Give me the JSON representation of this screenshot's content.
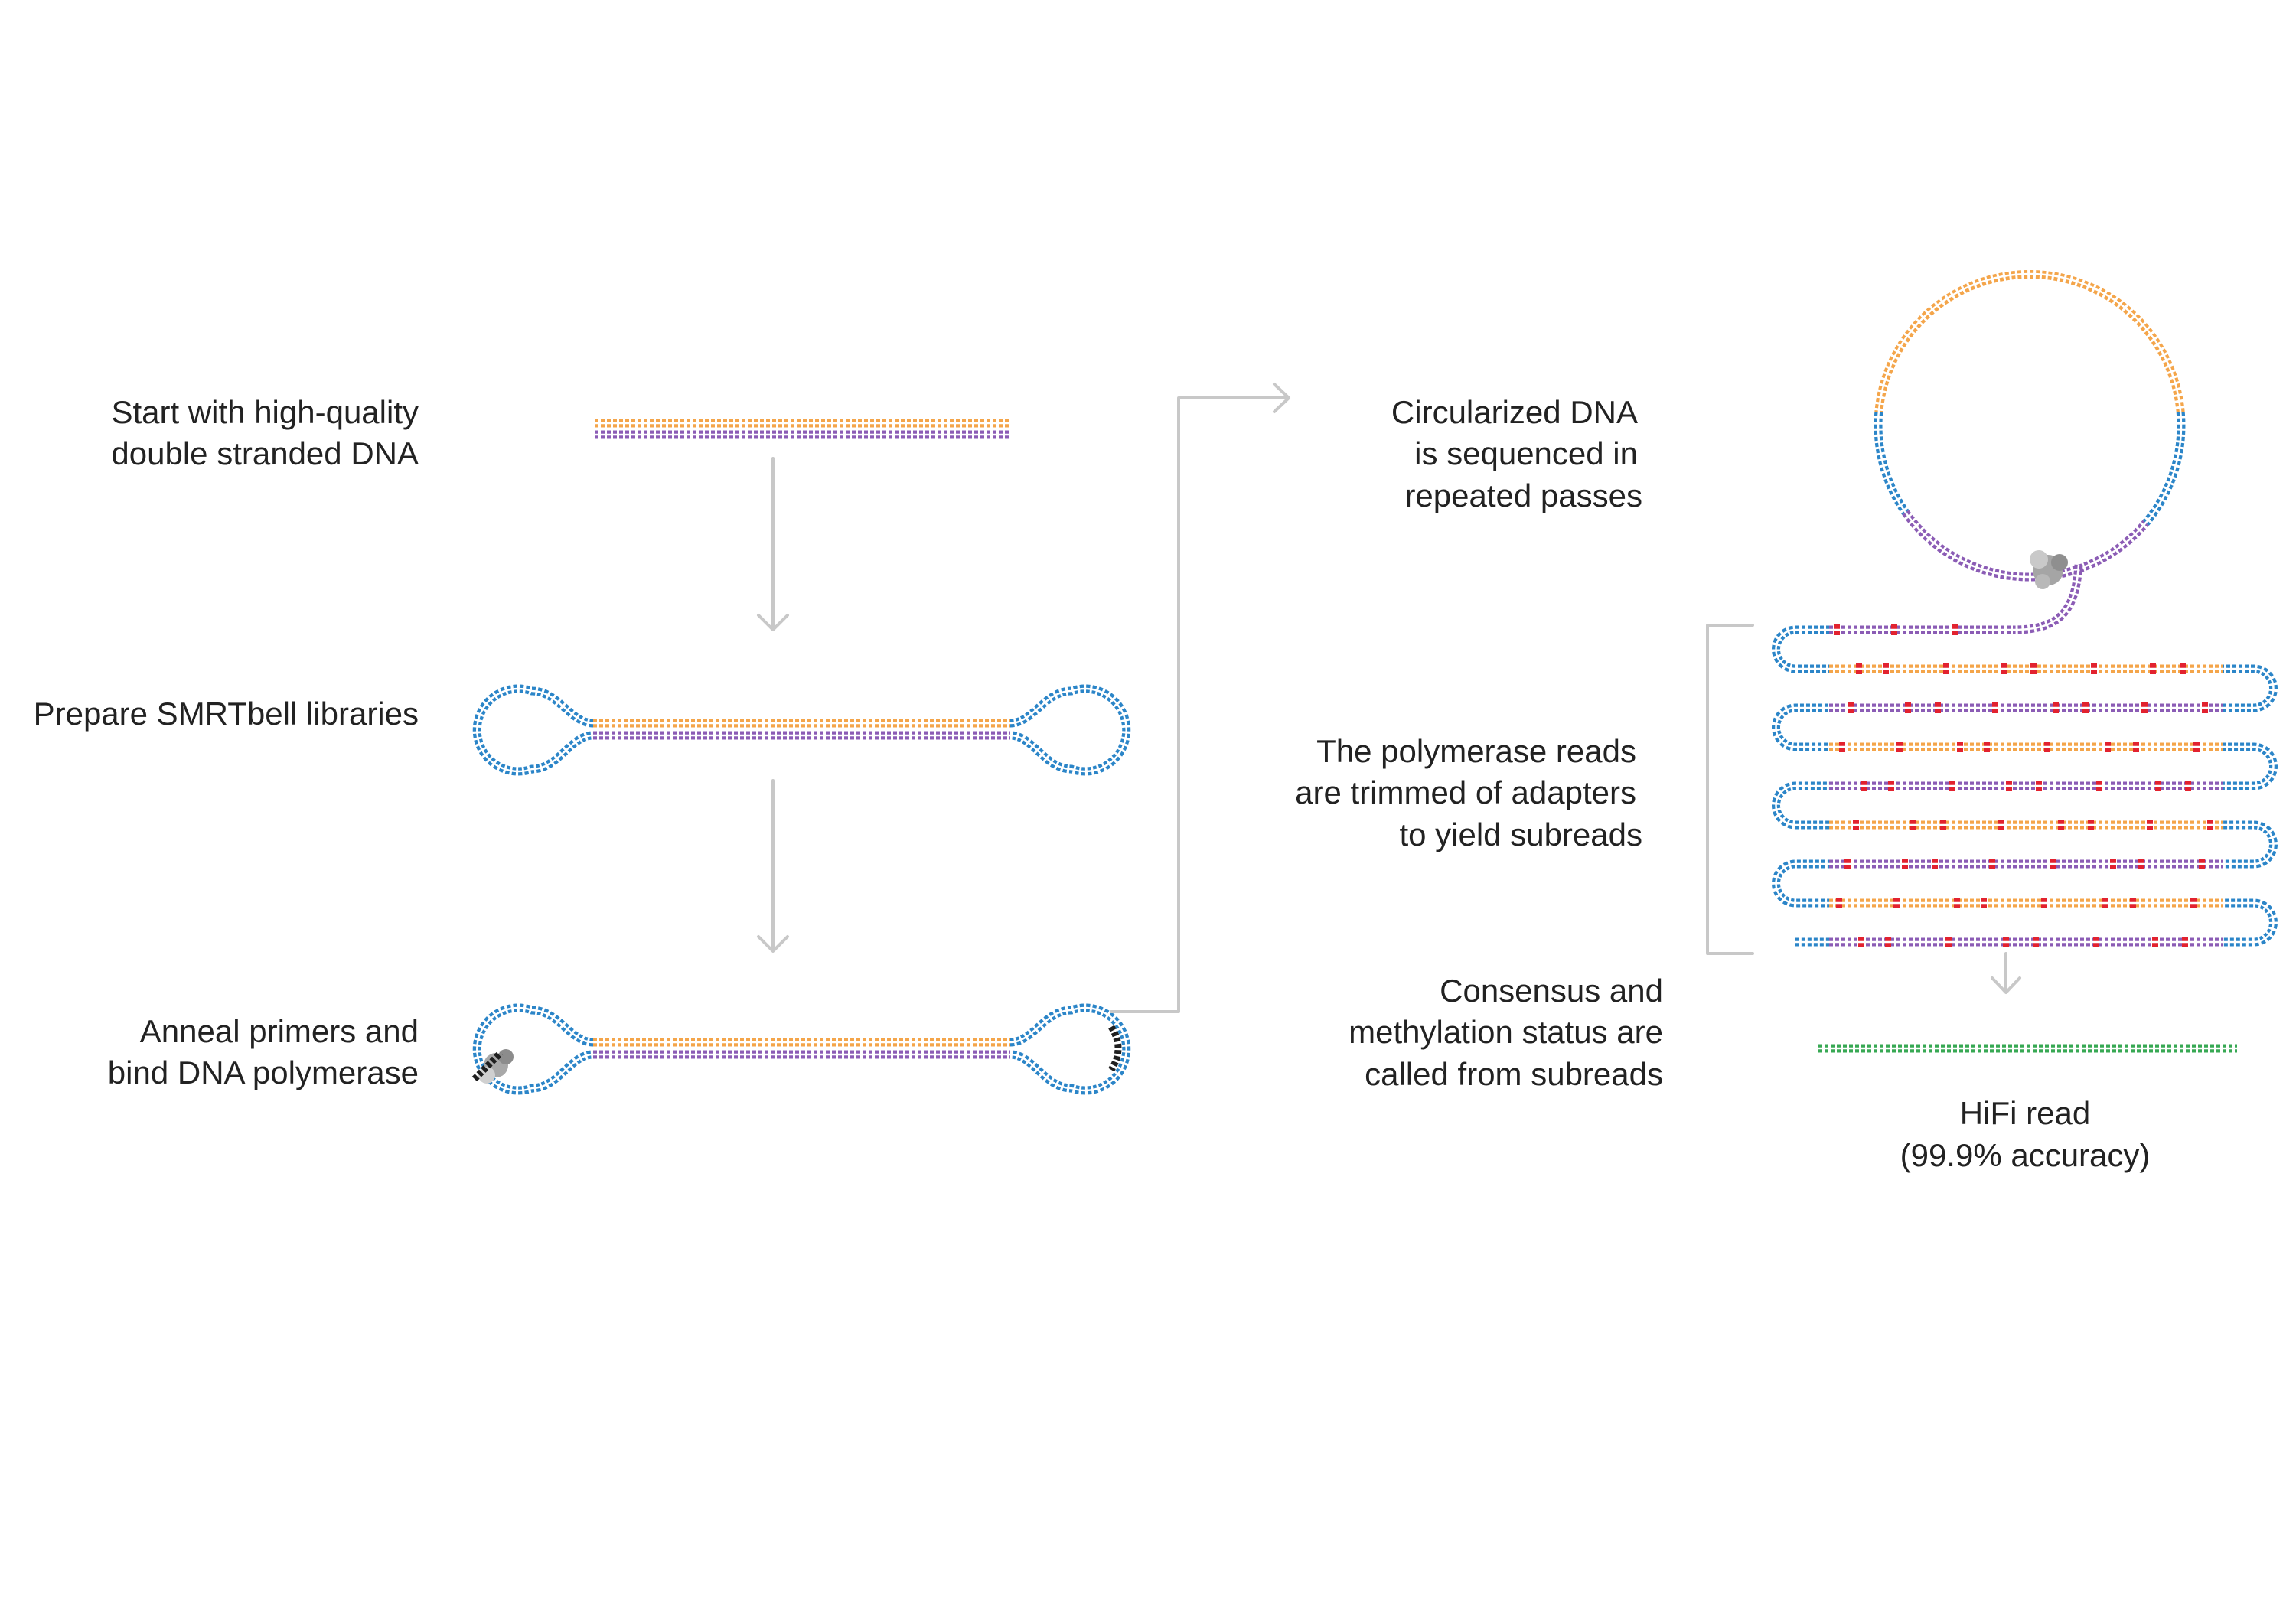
{
  "steps": {
    "start": {
      "lines": [
        "Start with high-quality",
        "double stranded DNA"
      ]
    },
    "prepare": {
      "lines": [
        "Prepare SMRTbell libraries"
      ]
    },
    "anneal": {
      "lines": [
        "Anneal primers and",
        "bind DNA polymerase"
      ]
    },
    "circularized": {
      "lines": [
        "Circularized DNA",
        "is sequenced in",
        "repeated passes"
      ]
    },
    "trimmed": {
      "lines": [
        "The polymerase reads",
        "are trimmed of adapters",
        "to yield subreads"
      ]
    },
    "consensus": {
      "lines": [
        "Consensus and",
        "methylation status are",
        "called from subreads"
      ]
    }
  },
  "hifi": {
    "lines": [
      "HiFi read",
      "(99.9% accuracy)"
    ]
  },
  "colors": {
    "orange": "#f4a54a",
    "purple": "#8b5cb5",
    "blue": "#2b85c8",
    "red": "#e2222f",
    "green": "#37a853",
    "arrow": "#c8c8c8",
    "text": "#222222"
  }
}
